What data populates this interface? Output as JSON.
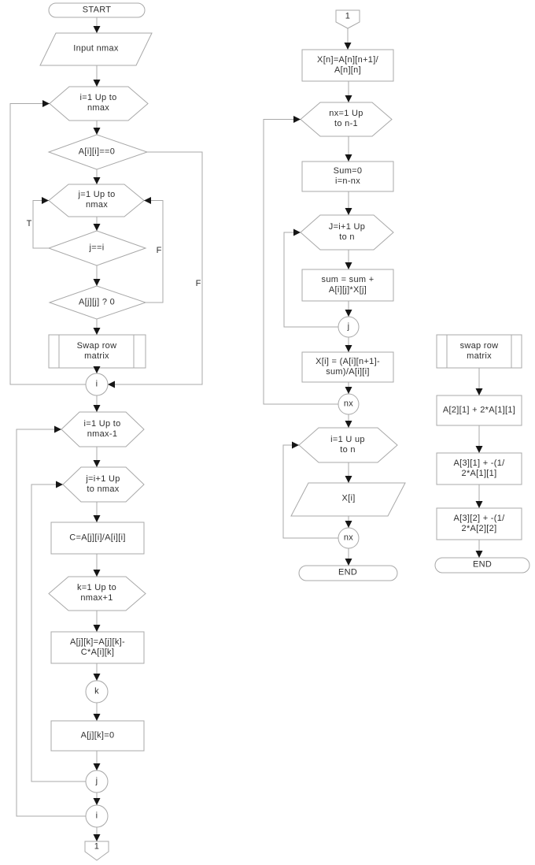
{
  "diagram_title": "Gaussian elimination flowchart",
  "colors": {
    "line": "#a8a8a8",
    "arrowhead": "#161616",
    "text": "#2e2e2e",
    "background": "#ffffff"
  },
  "nodes": {
    "start": "START",
    "input_nmax": "Input nmax",
    "loop_i": "i=1 Up to\nnmax",
    "cond_aii": "A[i][i]==0",
    "loop_j": "j=1 Up to\nnmax",
    "cond_jeqi": "j==i",
    "cond_ajj": "A[j][j] ? 0",
    "swap_row": "Swap row\nmatrix",
    "conn_i1": "i",
    "loop_i2": "i=1 Up to\nnmax-1",
    "loop_j2": "j=i+1 Up\nto nmax",
    "calc_c": "C=A[j][i]/A[i][i]",
    "loop_k": "k=1 Up to\nnmax+1",
    "calc_ajk": "A[j][k]=A[j][k]-\nC*A[i][k]",
    "conn_k": "k",
    "set_ajk0": "A[j][k]=0",
    "conn_j1": "j",
    "conn_i2": "i",
    "offpage_out": "1",
    "offpage_in": "1",
    "calc_xn": "X[n]=A[n][n+1]/\nA[n][n]",
    "loop_nx": "nx=1 Up\nto n-1",
    "init_sum": "Sum=0\ni=n-nx",
    "loop_J": "J=i+1 Up\nto n",
    "calc_sum": "sum = sum +\nA[i][j]*X[j]",
    "conn_j2": "j",
    "calc_xi": "X[i] = (A[i][n+1]-\nsum)/A[i][i]",
    "conn_nx1": "nx",
    "loop_i_out": "i=1 U up\nto n",
    "out_xi": "X[i]",
    "conn_nx2": "nx",
    "end_mid": "END",
    "swap_row2": "swap row\nmatrix",
    "ex_a21": "A[2][1] + 2*A[1][1]",
    "ex_a31": "A[3][1] + -(1/\n2*A[1][1]",
    "ex_a32": "A[3][2] + -(1/\n2*A[2][2]",
    "end_right": "END"
  },
  "edge_labels": {
    "true_branch": "T",
    "false_branch_inner": "F",
    "false_branch_outer": "F"
  }
}
